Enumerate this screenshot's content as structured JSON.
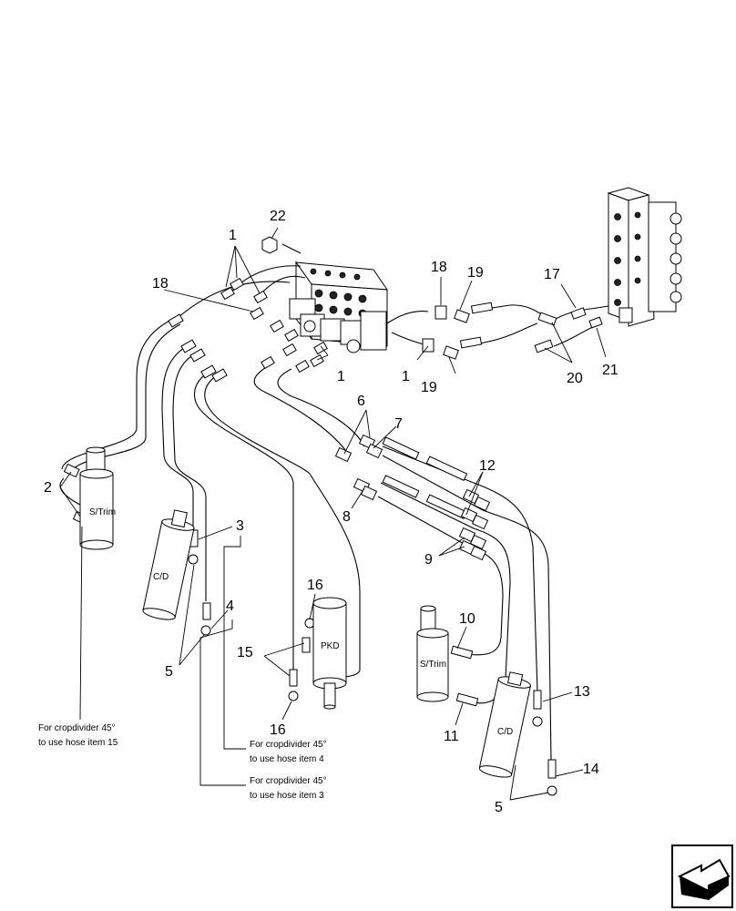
{
  "callouts": {
    "c1a": "1",
    "c1b": "1",
    "c1c": "1",
    "c2": "2",
    "c3": "3",
    "c4": "4",
    "c5a": "5",
    "c5b": "5",
    "c6": "6",
    "c7": "7",
    "c8": "8",
    "c9": "9",
    "c10": "10",
    "c11": "11",
    "c12": "12",
    "c13": "13",
    "c14": "14",
    "c15": "15",
    "c16a": "16",
    "c16b": "16",
    "c17": "17",
    "c18a": "18",
    "c18b": "18",
    "c19a": "19",
    "c19b": "19",
    "c20": "20",
    "c21": "21",
    "c22": "22"
  },
  "part_labels": {
    "strim_left": "S/Trim",
    "cd_left": "C/D",
    "pkd": "PKD",
    "strim_right": "S/Trim",
    "cd_right": "C/D"
  },
  "notes": {
    "hose15_line1": "For cropdivider 45°",
    "hose15_line2": "to use hose item 15",
    "hose4_line1": "For cropdivider 45°",
    "hose4_line2": "to use hose item 4",
    "hose3_line1": "For cropdivider 45°",
    "hose3_line2": "to use hose item 3"
  },
  "nav_icon": "next-page-arrow-icon"
}
